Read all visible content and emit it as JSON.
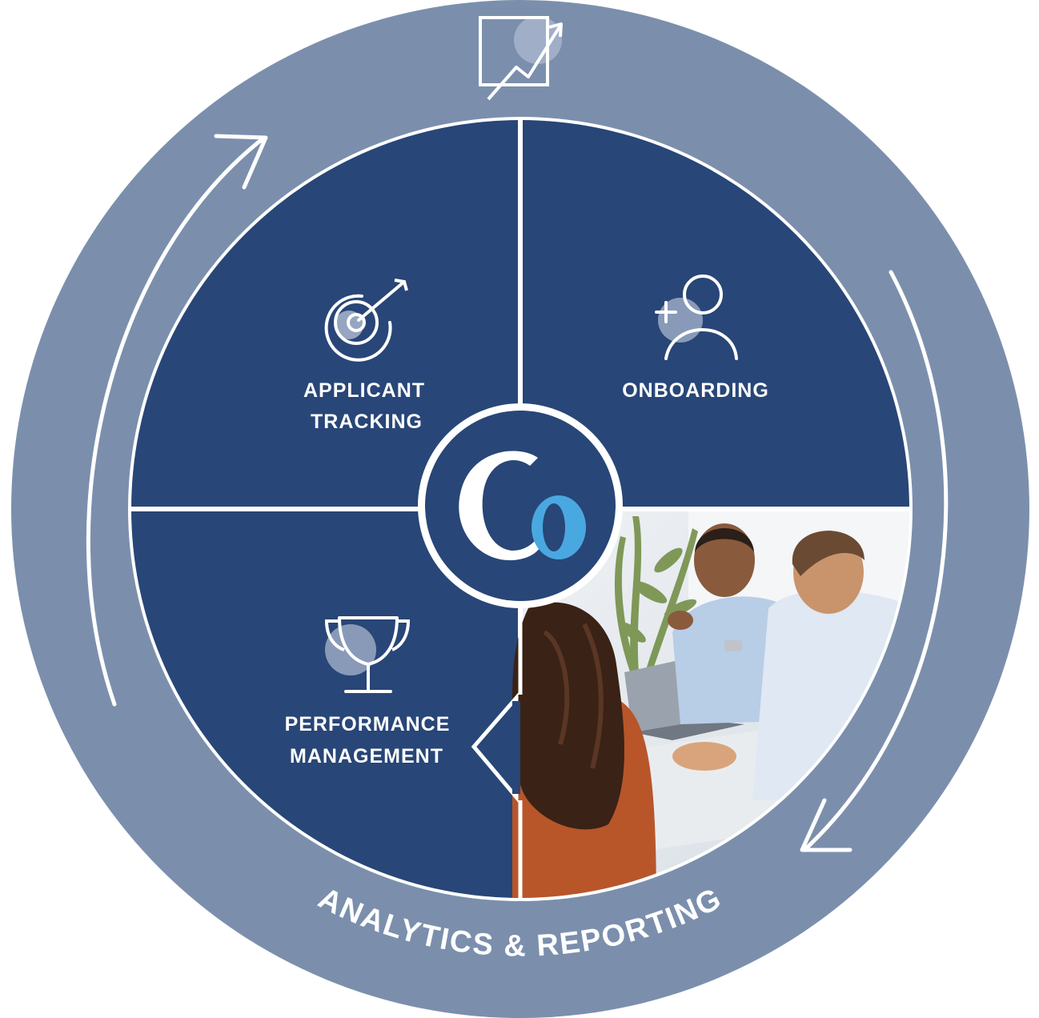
{
  "colors": {
    "ring": "#7b8fad",
    "quadrant": "#284677",
    "line": "#ffffff",
    "accent_light_blue": "#4aa8e0",
    "icon_highlight": "#aab7cd"
  },
  "ring": {
    "label": "ANALYTICS & REPORTING",
    "top_icon": "chart-trend-up-icon"
  },
  "center": {
    "logo_text": "Co"
  },
  "quadrants": {
    "applicant_tracking": {
      "icon": "target-arrow-icon",
      "label_line1": "APPLICANT",
      "label_line2": "TRACKING"
    },
    "onboarding": {
      "icon": "add-user-icon",
      "label_line1": "ONBOARDING"
    },
    "performance_management": {
      "icon": "trophy-icon",
      "label_line1": "PERFORMANCE",
      "label_line2": "MANAGEMENT"
    },
    "photo": {
      "icon": "office-meeting-photo"
    }
  }
}
